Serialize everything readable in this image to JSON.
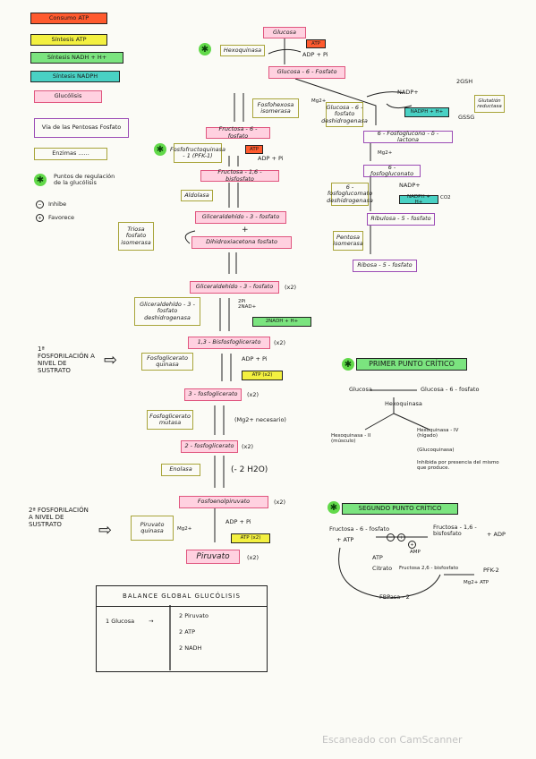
{
  "legend": {
    "items": [
      {
        "label": "Consumo ATP",
        "color": "#ff5a2e"
      },
      {
        "label": "Síntesis ATP",
        "color": "#f3f040"
      },
      {
        "label": "Síntesis NADH + H+",
        "color": "#7be47f"
      },
      {
        "label": "Síntesis NADPH",
        "color": "#49d1c4"
      },
      {
        "label": "Glucólisis",
        "color": "#ffd1e0"
      },
      {
        "label": "Vía de las Pentosas Fosfato",
        "color": "#9b4bb5"
      },
      {
        "label": "Enzimas ......",
        "color": "#a8a43a"
      }
    ],
    "regulation": "Puntos de regulación de la glucólisis",
    "inhibe": "Inhibe",
    "favorece": "Favorece"
  },
  "glycolysis": {
    "glucosa": "Glucosa",
    "hexoquinasa": "Hexoquinasa",
    "atp1": "ATP",
    "adp_pi": "ADP + Pi",
    "g6p": "Glucosa - 6 - Fosfato",
    "fosfohexosa": "Fosfohexosa isomerasa",
    "f6p": "Fructosa - 6 - fosfato",
    "pfk1": "Fosfofructoquinasa - 1 (PFK-1)",
    "atp2": "ATP",
    "adp_pi2": "ADP + Pi",
    "f16bp": "Fructosa - 1,6 - bisfosfato",
    "aldolasa": "Aldolasa",
    "g3p": "Gliceraldehído - 3 - fosfato",
    "plus": "+",
    "dhap": "Dihidroxiacetona fosfato",
    "triosa": "Triosa fosfato isomerasa",
    "g3p_x2": "Gliceraldehído - 3 - fosfato",
    "x2": "(x2)",
    "g3p_dh": "Gliceraldehído - 3 - fosfato deshidrogenasa",
    "pi_nad": "2Pi 2NAD+",
    "nadh": "2NADH + H+",
    "bpg13": "1,3 - Bisfosfoglicerato",
    "pgk": "Fosfoglicerato quinasa",
    "adp_pi3": "ADP + Pi",
    "atp_x2": "ATP (x2)",
    "pg3": "3 - fosfoglicerato",
    "mutasa": "Fosfoglicerato mutasa",
    "mg_note": "(Mg2+ necesario)",
    "pg2": "2 - fosfoglicerato",
    "enolasa": "Enolasa",
    "h2o": "(- 2 H2O)",
    "pep": "Fosfoenolpiruvato",
    "piruvato_q": "Piruvato quinasa",
    "mg2": "Mg2+",
    "adp_pi4": "ADP + Pi",
    "atp_x2b": "ATP (x2)",
    "piruvato": "Piruvato",
    "fosf1": "1ª FOSFORILACIÓN A NIVEL DE SUSTRATO",
    "fosf2": "2ª FOSFORILACIÓN A NIVEL DE SUSTRATO",
    "mg_small": "Mg2+"
  },
  "pentose": {
    "g6p_dh": "Glucosa - 6 - fosfato deshidrogenasa",
    "mg": "Mg2+",
    "nadp": "NADP+",
    "nadph": "NADPH + H+",
    "gsh": "2GSH",
    "gssg": "GSSG",
    "glut_red": "Glutatión reductasa",
    "lactona": "6 - Fosfoglucono - δ - lactona",
    "mg2": "Mg2+",
    "fosfogluconato": "6 - fosfogluconato",
    "dh6": "6 - fosfoglucomato deshidrogenasa",
    "nadp2": "NADP+",
    "nadph2": "NADPH + H+",
    "co2": "CO2",
    "ribulosa": "Ribulosa - 5 - fosfato",
    "isomerasa": "Pentosa isomerasa",
    "ribosa": "Ribosa - 5 - fosfato"
  },
  "primer": {
    "title": "PRIMER PUNTO CRÍTICO",
    "glucosa": "Glucosa",
    "g6p": "Glucosa - 6 - fosfato",
    "hexo": "Hexoquinasa",
    "hexo2": "Hexoquinasa - II (músculo)",
    "hexo4": "Hexoquinasa - IV (hígado)",
    "gk": "(Glucoquinasa)",
    "inhibida": "Inhibida por presencia del mismo que produce."
  },
  "segundo": {
    "title": "SEGUNDO PUNTO CRÍTICO",
    "f6p": "Fructosa - 6 - fosfato",
    "atp": "+ ATP",
    "f16bp": "Fructosa - 1,6 - bisfosfato",
    "adp": "+ ADP",
    "atp2": "ATP",
    "citrato": "Citrato",
    "amp": "AMP",
    "fructosa26": "Fructosa 2,6 - bisfosfato",
    "pfk2": "PFK-2",
    "no_atp": "Mg2+ ATP",
    "fbp2": "FBPasa - 2"
  },
  "balance": {
    "title": "BALANCE GLOBAL GLUCÓLISIS",
    "input": "1 Glucosa",
    "arrow": "→",
    "out1": "2 Piruvato",
    "out2": "2 ATP",
    "out3": "2 NADH"
  },
  "watermark": "Escaneado con CamScanner"
}
